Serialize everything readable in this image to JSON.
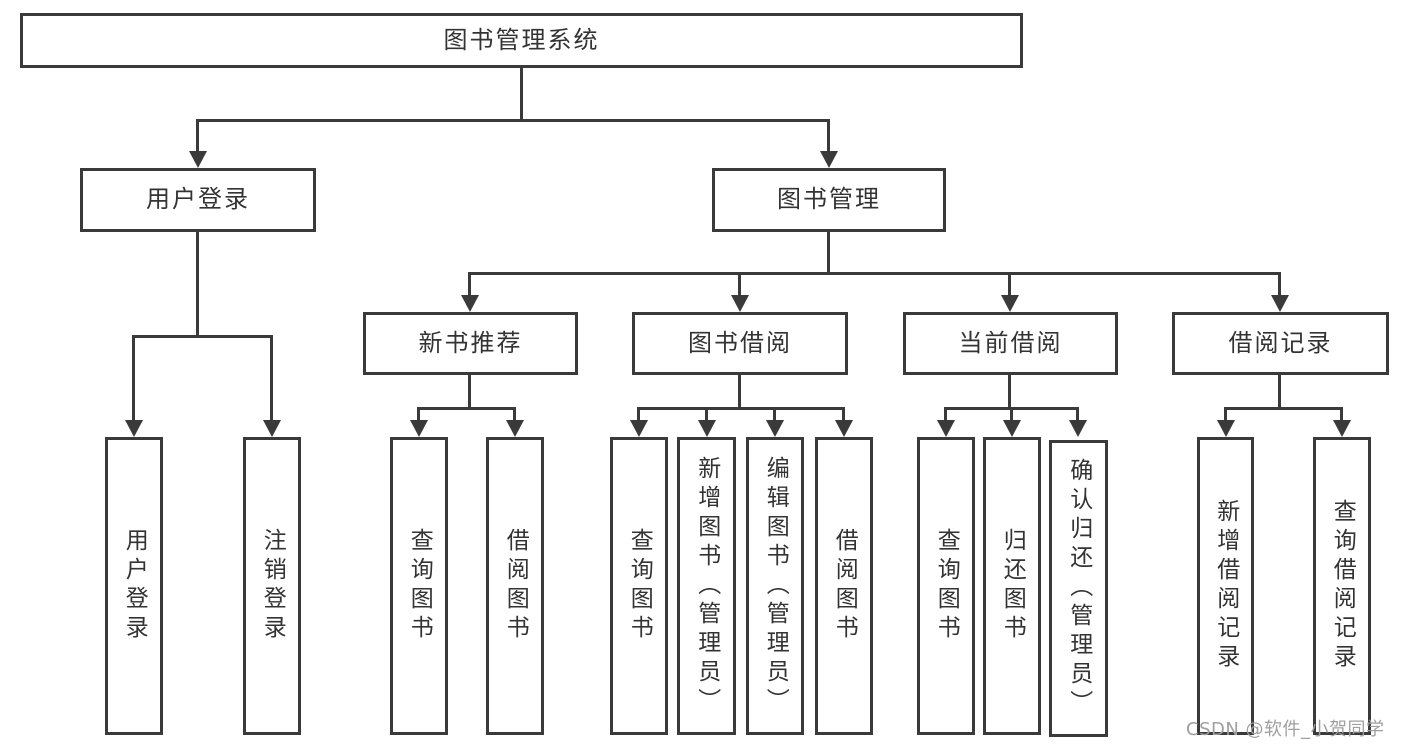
{
  "colors": {
    "line": "#3a3a3a",
    "text": "#333333",
    "background": "#ffffff",
    "watermark": "#9f9f9f"
  },
  "watermark": {
    "text": "CSDN @软件_小贺同学"
  },
  "tree": {
    "root": {
      "label": "图书管理系统"
    },
    "user_login": {
      "label": "用户登录",
      "children": [
        {
          "label": "用户登录"
        },
        {
          "label": "注销登录"
        }
      ]
    },
    "book_mgmt": {
      "label": "图书管理",
      "sections": [
        {
          "label": "新书推荐",
          "children": [
            {
              "label": "查询图书"
            },
            {
              "label": "借阅图书"
            }
          ]
        },
        {
          "label": "图书借阅",
          "children": [
            {
              "label": "查询图书"
            },
            {
              "label": "新增图书（管理员）"
            },
            {
              "label": "编辑图书（管理员）"
            },
            {
              "label": "借阅图书"
            }
          ]
        },
        {
          "label": "当前借阅",
          "children": [
            {
              "label": "查询图书"
            },
            {
              "label": "归还图书"
            },
            {
              "label": "确认归还（管理员）"
            }
          ]
        },
        {
          "label": "借阅记录",
          "children": [
            {
              "label": "新增借阅记录"
            },
            {
              "label": "查询借阅记录"
            }
          ]
        }
      ]
    }
  }
}
